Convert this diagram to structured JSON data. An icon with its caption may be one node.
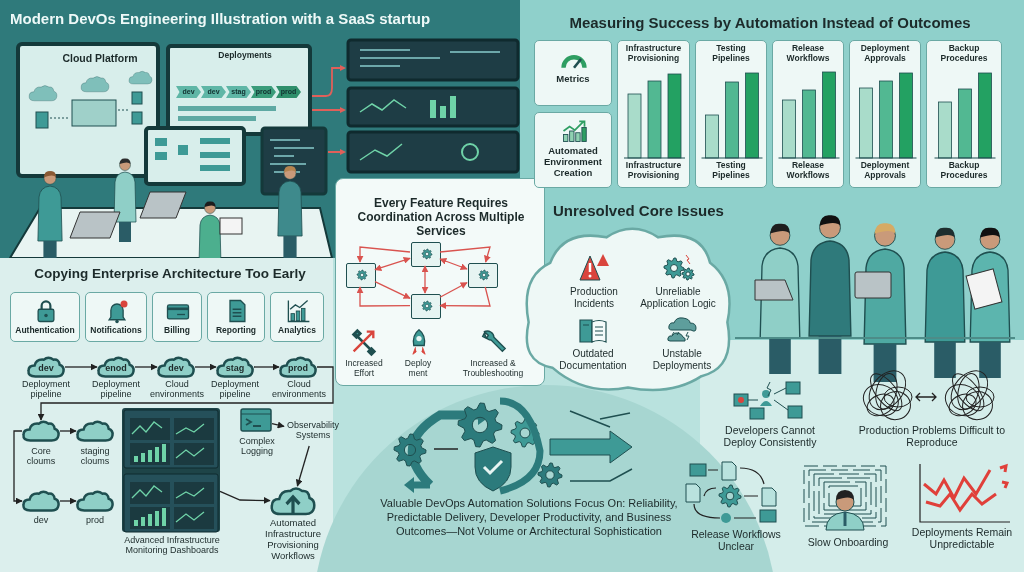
{
  "diagram": {
    "title": "Modern DevOs Engineering Illustration with a SaaS startup",
    "nodes": [
      {
        "text": [
          "Authentication"
        ]
      },
      {
        "text": [
          "Notifications"
        ]
      },
      {
        "text": [
          "Billing"
        ]
      },
      {
        "text": [
          "Reporting"
        ]
      },
      {
        "text": [
          "Analytics"
        ]
      },
      {
        "text": [
          "dev"
        ],
        "beside": [
          "Deployment pipeline"
        ]
      },
      {
        "text": [
          "enod"
        ],
        "beside": [
          "Deployment pipeline"
        ]
      },
      {
        "text": [
          "dev"
        ],
        "beside": [
          "Cloud environments"
        ]
      },
      {
        "text": [
          "stag"
        ],
        "beside": [
          "Deployment pipeline"
        ]
      },
      {
        "text": [
          "prod"
        ],
        "beside": [
          "Cloud environments"
        ]
      },
      {
        "text": [],
        "shape": "cloud",
        "beside": [
          "Core cloums"
        ]
      },
      {
        "text": [],
        "shape": "cloud",
        "beside": [
          "staging cloums"
        ]
      },
      {
        "text": [],
        "shape": "cloud",
        "beside": [
          "dev"
        ]
      },
      {
        "text": [],
        "shape": "cloud",
        "beside": [
          "prod"
        ]
      },
      {
        "text": [],
        "shape": "picture",
        "beside": [
          "Advanced Infrastructure Monitoring Dashboards"
        ]
      },
      {
        "text": [],
        "shape": "picture",
        "beside": [
          "Complex Logging"
        ]
      },
      {
        "text": [
          "Observability Systems"
        ]
      },
      {
        "text": [],
        "shape": "cloud",
        "beside": [
          "Automated Infrastructure Provisioning Workflows"
        ]
      },
      {
        "text": [
          "Every Feature Requires Coordination Across Multiple Services"
        ]
      },
      {
        "text": [],
        "shape": "box",
        "in": 18
      },
      {
        "text": [],
        "shape": "box",
        "in": 18
      },
      {
        "text": [],
        "shape": "box",
        "in": 18
      },
      {
        "text": [],
        "shape": "box",
        "in": 18
      },
      {
        "text": [
          "Metrics"
        ]
      },
      {
        "text": [
          "Automated Environment Creation"
        ]
      },
      {
        "text": [
          "Infrastructure Provisioning",
          "Infrastructure Provisioning"
        ]
      },
      {
        "text": [
          "Testing Pipelines",
          "Testing Pipelines"
        ]
      },
      {
        "text": [
          "Release Workflows",
          "Release Workflows"
        ]
      },
      {
        "text": [
          "Deployment Approvals",
          "Deployment Approvals"
        ]
      },
      {
        "text": [
          "Backup Procedures",
          "Backup Procedures"
        ]
      },
      {
        "text": [],
        "shape": "cloud"
      },
      {
        "text": [
          "Production Incidents"
        ],
        "in": 30
      },
      {
        "text": [
          "Unreliable Application Logic"
        ],
        "in": 30
      },
      {
        "text": [
          "Outdated Documentation"
        ],
        "in": 30
      },
      {
        "text": [
          "Unstable Deployments"
        ],
        "in": 30
      }
    ],
    "edges": [
      {
        "from": 5,
        "to": 6,
        "arrow": "to"
      },
      {
        "from": 6,
        "to": 7,
        "arrow": "to"
      },
      {
        "from": 7,
        "to": 8,
        "arrow": "to"
      },
      {
        "from": 8,
        "to": 9,
        "arrow": "to"
      },
      {
        "from": 9,
        "to": 10,
        "arrow": "to"
      },
      {
        "from": 10,
        "to": 11,
        "arrow": "to"
      },
      {
        "from": 10,
        "to": 12,
        "arrow": "to"
      },
      {
        "from": 12,
        "to": 13,
        "arrow": "to"
      },
      {
        "from": 15,
        "to": 16,
        "arrow": "to"
      },
      {
        "from": 16,
        "to": 17,
        "arrow": "to"
      },
      {
        "from": 14,
        "to": 17,
        "arrow": "to"
      },
      {
        "from": 19,
        "to": 20,
        "arrow": "to",
        "color": "#d9534f"
      },
      {
        "from": 19,
        "to": 21,
        "arrow": "to",
        "color": "#d9534f"
      },
      {
        "from": 20,
        "to": 19,
        "arrow": "both",
        "color": "#d9534f"
      },
      {
        "from": 19,
        "to": 21,
        "arrow": "both",
        "color": "#d9534f"
      },
      {
        "from": 19,
        "to": 22,
        "arrow": "both",
        "color": "#d9534f"
      },
      {
        "from": 20,
        "to": 22,
        "arrow": "to",
        "color": "#d9534f"
      },
      {
        "from": 22,
        "to": 21,
        "arrow": "to",
        "color": "#d9534f"
      },
      {
        "from": 22,
        "to": 20,
        "arrow": "to",
        "color": "#d9534f"
      },
      {
        "from": 21,
        "to": 22,
        "arrow": "to",
        "color": "#d9534f"
      }
    ],
    "labels": [
      "Cloud Platform",
      "Deployments",
      "dev",
      "dev",
      "stag",
      "prod",
      "prod",
      "Copying Enterprise Architecture Too Early",
      "Increased Effort",
      "Deploy ment",
      "Increased & Troubleshooting",
      "Measuring Success by Automation Instead of Outcomes",
      "Unresolved Core Issues",
      "Developers Cannot Deploy Consistently",
      "Production Problems Difficult to Reproduce",
      "Release Workflows Unclear",
      "Slow Onboarding",
      "Deployments Remain Unpredictable",
      "Valuable DevOps Automation Solutions Focus On: Reliability, Predictable Delivery, Developer Productivity, and Business Outcomes—Not Volume or Architectural Sophistication"
    ]
  }
}
